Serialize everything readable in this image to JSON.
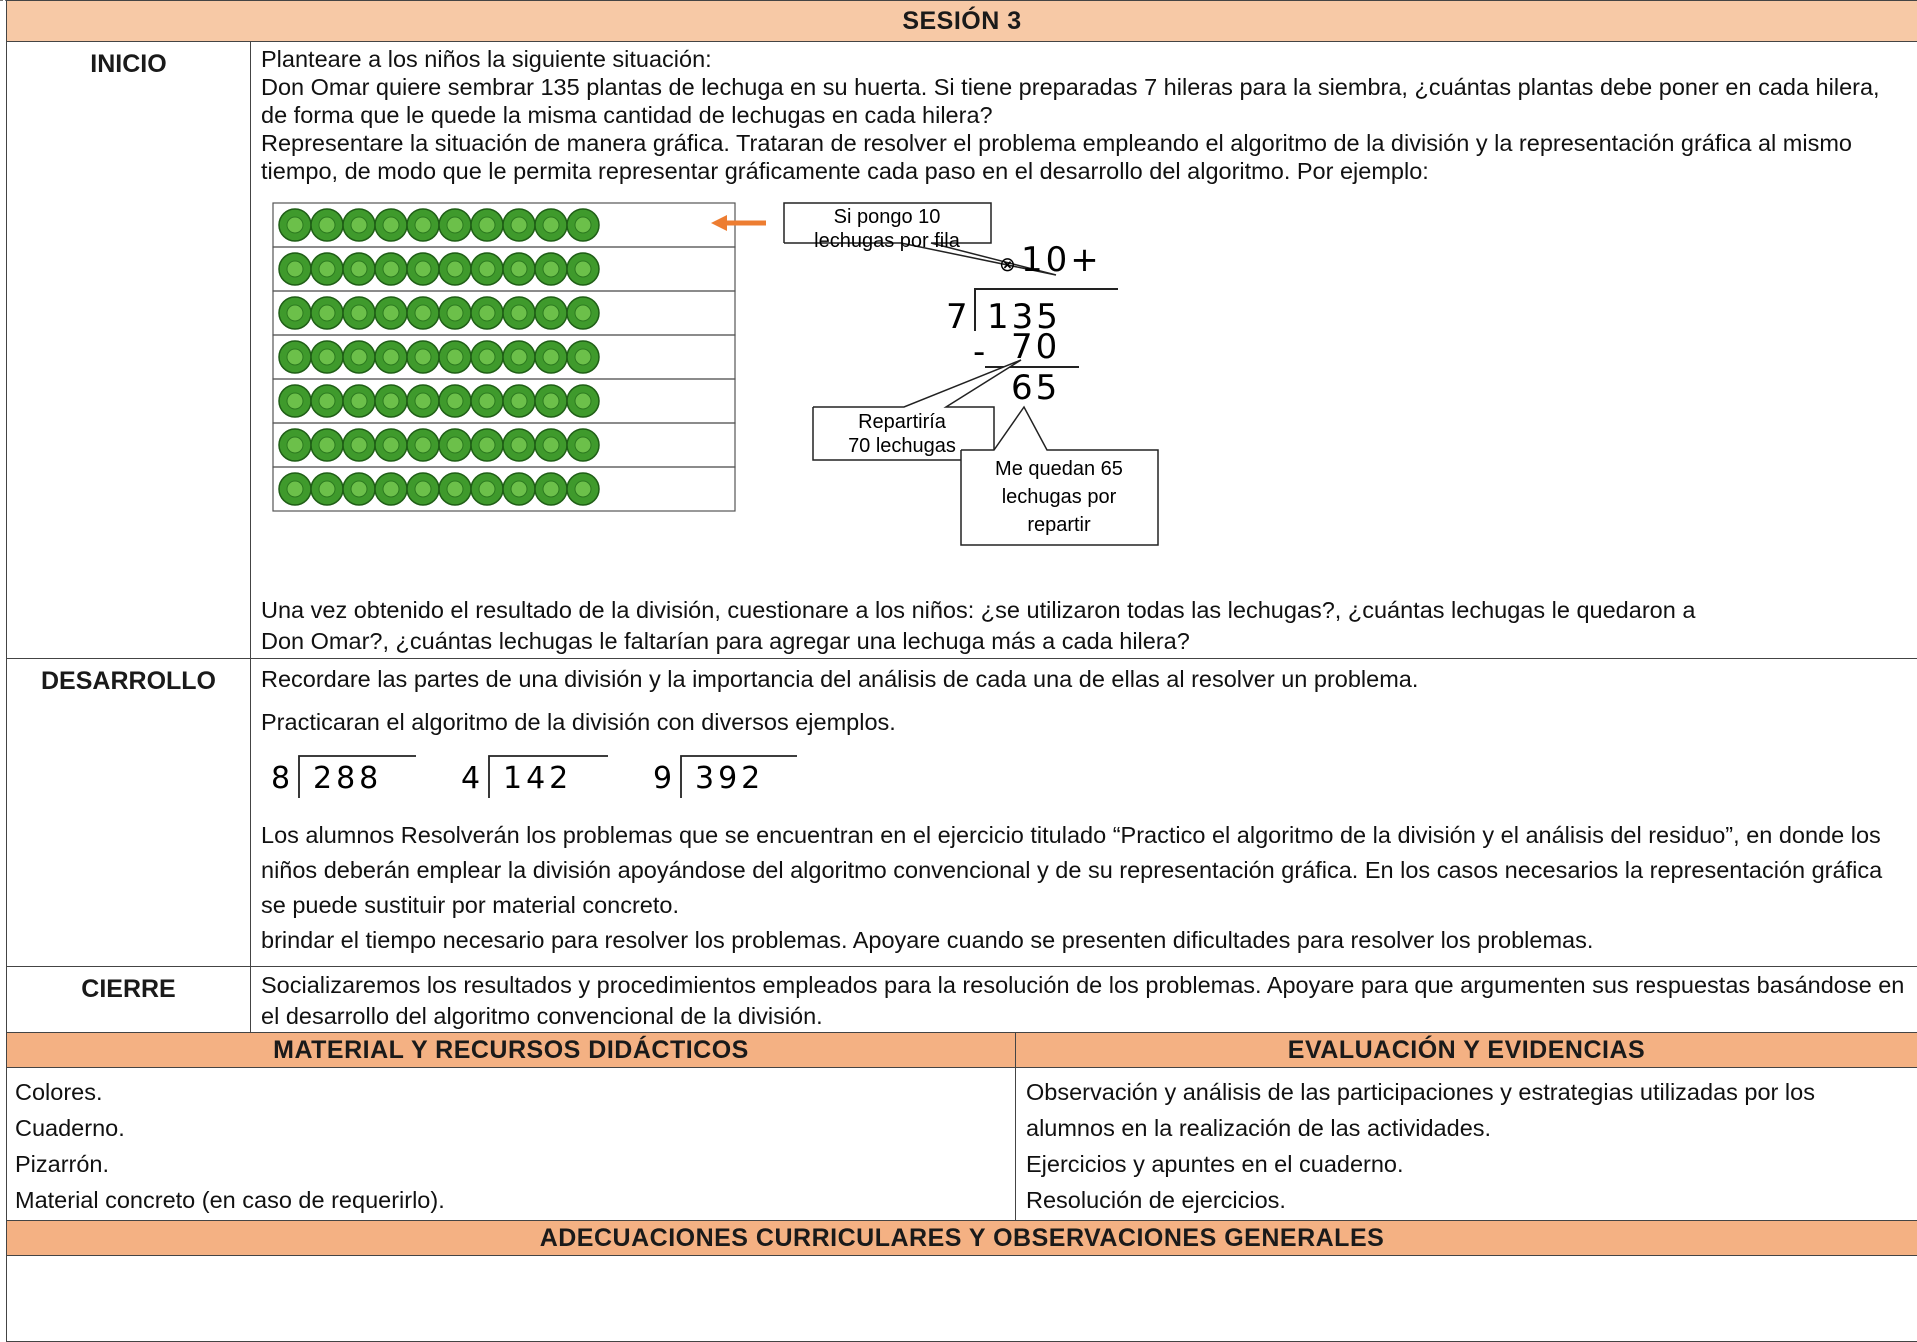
{
  "session_title": "SESIÓN 3",
  "inicio": {
    "label": "INICIO",
    "lines": [
      "Planteare a los niños la siguiente situación:",
      "Don Omar quiere sembrar 135 plantas de lechuga en su huerta. Si tiene preparadas 7 hileras para la siembra, ¿cuántas plantas debe poner en cada hilera, de forma que le quede la misma cantidad de lechugas en cada hilera?",
      "Representare la situación de manera gráfica. Trataran de resolver el problema empleando el algoritmo de la división y la representación gráfica al mismo tiempo, de modo que le permita representar gráficamente cada paso en el desarrollo del algoritmo. Por ejemplo:"
    ],
    "figure": {
      "callout_top": [
        "Si pongo 10",
        "lechugas por fila"
      ],
      "callout_left": [
        "Repartiría",
        "70 lechugas"
      ],
      "callout_right": [
        "Me quedan 65",
        "lechugas por",
        "repartir"
      ],
      "quotient": "10+",
      "divisor": "7",
      "dividend": "135",
      "minus": "-",
      "subtrahend": "70",
      "remainder": "65",
      "mark": "⊗",
      "rows": 7,
      "per_row": 10,
      "lettuce_color": "#3f9a2c",
      "arrow_color": "#ed7d31"
    },
    "closing_lines": [
      "Una vez obtenido el resultado de la división, cuestionare a los niños: ¿se utilizaron todas las lechugas?, ¿cuántas lechugas le quedaron a",
      "Don Omar?, ¿cuántas lechugas le faltarían para agregar una lechuga más a cada hilera?"
    ]
  },
  "desarrollo": {
    "label": "DESARROLLO",
    "line1": "Recordare las partes de una división y la importancia del análisis de cada una de ellas al resolver un problema.",
    "line2": "Practicaran el algoritmo de la división con diversos ejemplos.",
    "examples": [
      {
        "divisor": "8",
        "dividend": "288"
      },
      {
        "divisor": "4",
        "dividend": "142"
      },
      {
        "divisor": "9",
        "dividend": "392"
      }
    ],
    "paragraph": "Los alumnos Resolverán los problemas que se encuentran en el ejercicio titulado “Practico el algoritmo de la división y el análisis del residuo”, en donde los niños deberán emplear la división apoyándose del algoritmo convencional y de su representación gráfica. En los casos necesarios la representación gráfica se puede sustituir por material concreto.",
    "last": "brindar el tiempo necesario para resolver los problemas. Apoyare cuando se presenten dificultades para resolver los problemas."
  },
  "cierre": {
    "label": "CIERRE",
    "text": "Socializaremos los resultados y procedimientos empleados para la resolución de los problemas. Apoyare para que argumenten sus respuestas basándose en el desarrollo del algoritmo convencional de la división."
  },
  "material": {
    "header": "MATERIAL Y RECURSOS DIDÁCTICOS",
    "items": [
      "Colores.",
      "Cuaderno.",
      "Pizarrón.",
      "Material concreto (en caso de requerirlo)."
    ]
  },
  "evaluacion": {
    "header": "EVALUACIÓN Y EVIDENCIAS",
    "items": [
      "Observación y análisis de las participaciones y estrategias utilizadas por los alumnos en la realización de las actividades.",
      "Ejercicios y apuntes en el cuaderno.",
      "Resolución de ejercicios."
    ]
  },
  "adecuaciones": {
    "header": "ADECUACIONES CURRICULARES Y OBSERVACIONES GENERALES",
    "body": ""
  }
}
